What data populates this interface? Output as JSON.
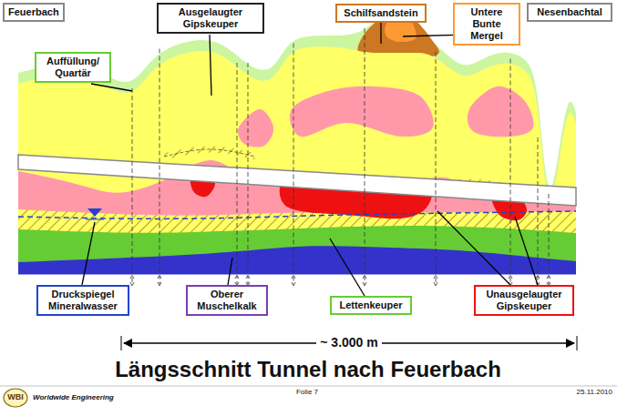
{
  "diagram": {
    "title": "Längsschnitt Tunnel nach Feuerbach",
    "nodes": [
      {
        "text": [
          "Feuerbach"
        ]
      },
      {
        "text": [
          "Ausgelaugter Gipskeuper"
        ]
      },
      {
        "text": [
          "Auffüllung/ Quartär"
        ]
      },
      {
        "text": [
          "Schilfsandstein"
        ]
      },
      {
        "text": [
          "Untere Bunte Mergel"
        ]
      },
      {
        "text": [
          "Nesenbachtal"
        ]
      },
      {
        "text": [
          "Druckspiegel Mineralwasser"
        ]
      },
      {
        "text": [
          "Oberer Muschelkalk"
        ]
      },
      {
        "text": [
          "Lettenkeuper"
        ]
      },
      {
        "text": [
          "Unausgelaugter Gipskeuper"
        ]
      }
    ],
    "labels": [
      "~ 3.000 m",
      "WBI",
      "Worldwide Engineering",
      "Folie 7",
      "25.11.2010"
    ]
  }
}
